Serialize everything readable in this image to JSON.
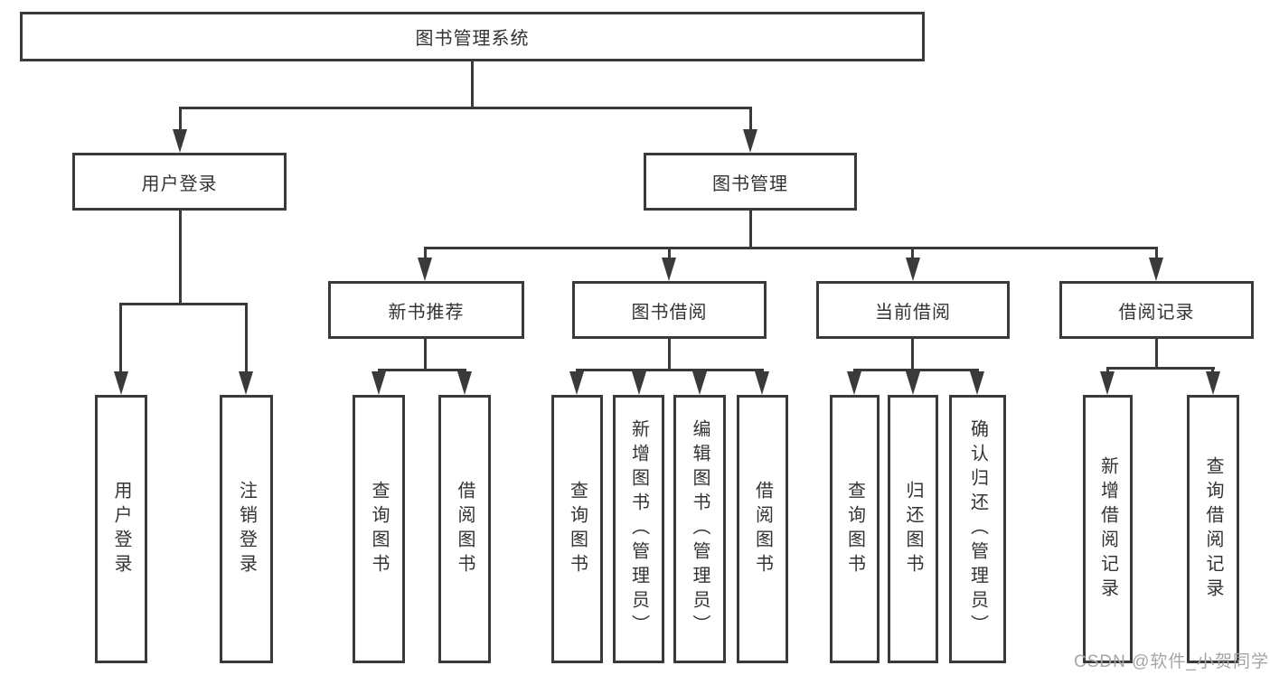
{
  "nodes": {
    "root": "图书管理系统",
    "level2": [
      "用户登录",
      "图书管理"
    ],
    "level3": [
      "新书推荐",
      "图书借阅",
      "当前借阅",
      "借阅记录"
    ],
    "leaves": [
      "用户登录",
      "注销登录",
      "查询图书",
      "借阅图书",
      "查询图书",
      "新增图书（管理员）",
      "编辑图书（管理员）",
      "借阅图书",
      "查询图书",
      "归还图书",
      "确认归还（管理员）",
      "新增借阅记录",
      "查询借阅记录"
    ]
  },
  "watermark": "CSDN @软件_小贺同学",
  "colors": {
    "line": "#3a3a3a",
    "text": "#333333",
    "watermark": "#a5a5a5",
    "background": "#ffffff"
  }
}
